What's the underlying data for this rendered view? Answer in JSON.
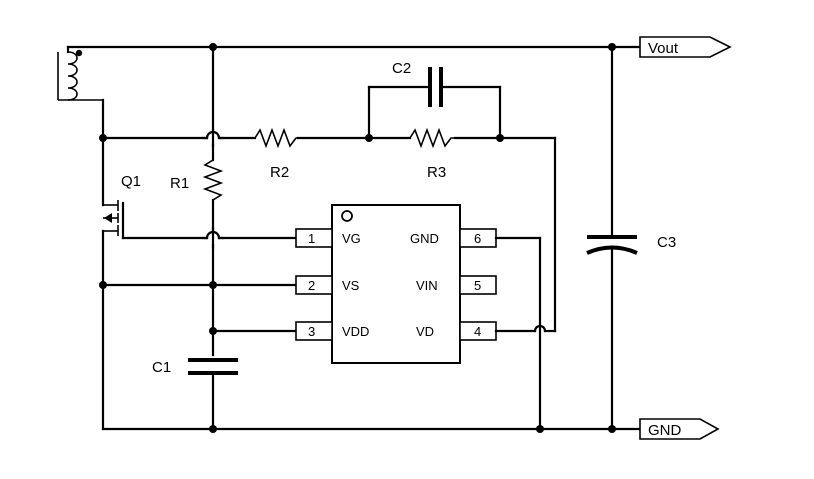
{
  "labels": {
    "vout": "Vout",
    "gnd": "GND",
    "q1": "Q1",
    "r1": "R1",
    "r2": "R2",
    "r3": "R3",
    "c1": "C1",
    "c2": "C2",
    "c3": "C3"
  },
  "ic": {
    "pins_left": [
      {
        "num": "1",
        "name": "VG"
      },
      {
        "num": "2",
        "name": "VS"
      },
      {
        "num": "3",
        "name": "VDD"
      }
    ],
    "pins_right": [
      {
        "num": "6",
        "name": "GND"
      },
      {
        "num": "5",
        "name": "VIN"
      },
      {
        "num": "4",
        "name": "VD"
      }
    ]
  }
}
